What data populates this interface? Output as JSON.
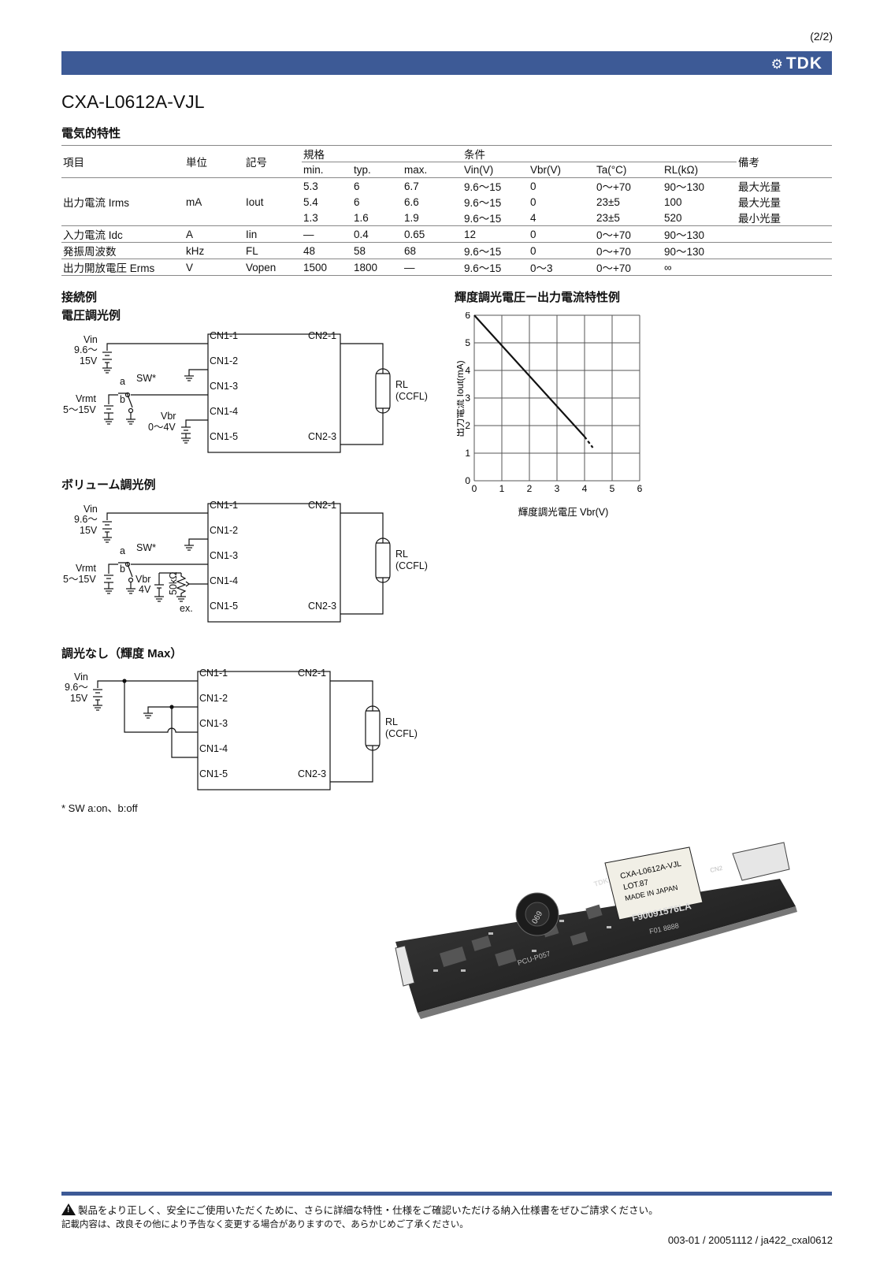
{
  "page_number": "(2/2)",
  "brand": {
    "mark": "⚙",
    "name": "TDK"
  },
  "title": "CXA-L0612A-VJL",
  "electrical": {
    "heading": "電気的特性",
    "head": {
      "item": "項目",
      "unit": "単位",
      "symbol": "記号",
      "spec": "規格",
      "cond": "条件",
      "remarks": "備考",
      "min": "min.",
      "typ": "typ.",
      "max": "max.",
      "vin": "Vin(V)",
      "vbr": "Vbr(V)",
      "ta": "Ta(°C)",
      "rl": "RL(kΩ)"
    },
    "rows": [
      {
        "item": "",
        "unit": "",
        "symbol": "",
        "min": "5.3",
        "typ": "6",
        "max": "6.7",
        "vin": "9.6〜15",
        "vbr": "0",
        "ta": "0〜+70",
        "rl": "90〜130",
        "remark": "最大光量"
      },
      {
        "item": "出力電流 Irms",
        "unit": "mA",
        "symbol": "Iout",
        "min": "5.4",
        "typ": "6",
        "max": "6.6",
        "vin": "9.6〜15",
        "vbr": "0",
        "ta": "23±5",
        "rl": "100",
        "remark": "最大光量"
      },
      {
        "item": "",
        "unit": "",
        "symbol": "",
        "min": "1.3",
        "typ": "1.6",
        "max": "1.9",
        "vin": "9.6〜15",
        "vbr": "4",
        "ta": "23±5",
        "rl": "520",
        "remark": "最小光量"
      },
      {
        "item": "入力電流 Idc",
        "unit": "A",
        "symbol": "Iin",
        "min": "—",
        "typ": "0.4",
        "max": "0.65",
        "vin": "12",
        "vbr": "0",
        "ta": "0〜+70",
        "rl": "90〜130",
        "remark": ""
      },
      {
        "item": "発振周波数",
        "unit": "kHz",
        "symbol": "FL",
        "min": "48",
        "typ": "58",
        "max": "68",
        "vin": "9.6〜15",
        "vbr": "0",
        "ta": "0〜+70",
        "rl": "90〜130",
        "remark": ""
      },
      {
        "item": "出力開放電圧 Erms",
        "unit": "V",
        "symbol": "Vopen",
        "min": "1500",
        "typ": "1800",
        "max": "—",
        "vin": "9.6〜15",
        "vbr": "0〜3",
        "ta": "0〜+70",
        "rl": "∞",
        "remark": ""
      }
    ]
  },
  "connection": {
    "heading": "接続例",
    "voltage_heading": "電圧調光例",
    "volume_heading": "ボリューム調光例",
    "none_heading": "調光なし（輝度 Max）",
    "labels": {
      "vin": "Vin",
      "vin_range_a": "9.6〜",
      "vin_range_b": "15V",
      "sw": "SW*",
      "a": "a",
      "b": "b",
      "vrmt": "Vrmt",
      "vrmt_range": "5〜15V",
      "vbr": "Vbr",
      "vbr_range": "0〜4V",
      "vbr_4v": "4V",
      "pot": "50kΩ",
      "ex": "ex.",
      "cn1_1": "CN1-1",
      "cn1_2": "CN1-2",
      "cn1_3": "CN1-3",
      "cn1_4": "CN1-4",
      "cn1_5": "CN1-5",
      "cn2_1": "CN2-1",
      "cn2_3": "CN2-3",
      "rl": "RL",
      "ccfl": "(CCFL)"
    },
    "footnote": "* SW a:on、b:off"
  },
  "chart_data": {
    "type": "line",
    "title": "輝度調光電圧ー出力電流特性例",
    "xlabel": "輝度調光電圧 Vbr(V)",
    "ylabel": "出力電流 Iout(mA)",
    "xlim": [
      0,
      6
    ],
    "ylim": [
      0,
      6
    ],
    "x_ticks": [
      "0",
      "1",
      "2",
      "3",
      "4",
      "5",
      "6"
    ],
    "y_ticks": [
      "0",
      "1",
      "2",
      "3",
      "4",
      "5",
      "6"
    ],
    "grid": true,
    "series": [
      {
        "x": [
          0,
          4.0
        ],
        "y": [
          6,
          1.6
        ],
        "style": "solid"
      },
      {
        "x": [
          4.0,
          4.3
        ],
        "y": [
          1.6,
          1.2
        ],
        "style": "dashed"
      }
    ]
  },
  "photo": {
    "label_lines": [
      "CXA-L0612A-VJL",
      "LOT.87",
      "MADE IN JAPAN"
    ],
    "serial": "F90091576LA",
    "pcb": "PCU-P057",
    "brand": "TDK",
    "cn2": "CN2",
    "f01": "F01 8888",
    "inductor": "069"
  },
  "footer": {
    "line1": "製品をより正しく、安全にご使用いただくために、さらに詳細な特性・仕様をご確認いただける納入仕様書をぜひご請求ください。",
    "line2": "記載内容は、改良その他により予告なく変更する場合がありますので、あらかじめご了承ください。",
    "docid": "003-01 / 20051112 / ja422_cxal0612"
  }
}
